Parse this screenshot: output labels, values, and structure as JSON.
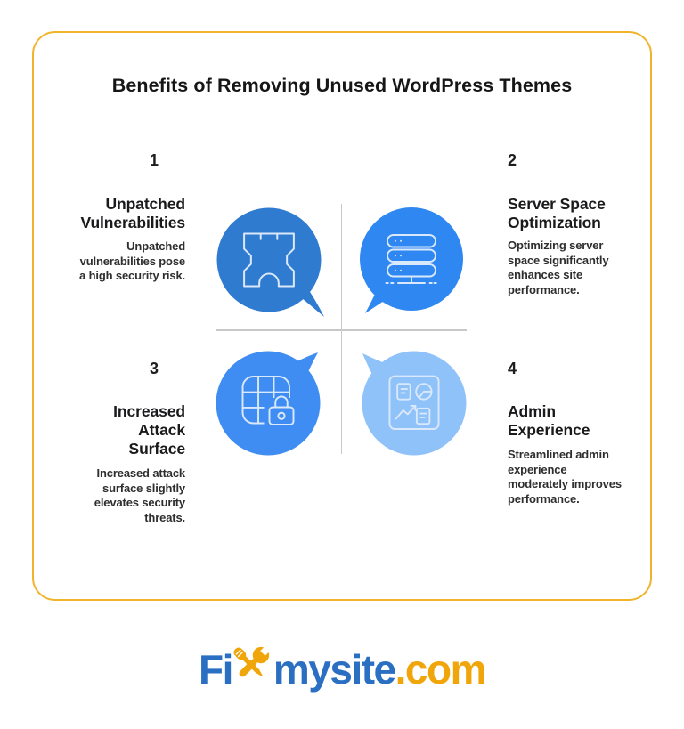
{
  "card": {
    "title": "Benefits of Removing Unused WordPress Themes",
    "border_color": "#F0B32A"
  },
  "quadrants": [
    {
      "number": "1",
      "title": "Unpatched\nVulnerabilities",
      "description": "Unpatched\nvulnerabilities pose\na high security risk."
    },
    {
      "number": "2",
      "title": "Server Space\nOptimization",
      "description": "Optimizing server\nspace significantly\nenhances site\nperformance."
    },
    {
      "number": "3",
      "title": "Increased\nAttack\nSurface",
      "description": "Increased attack\nsurface slightly\nelevates security\nthreats."
    },
    {
      "number": "4",
      "title": "Admin\nExperience",
      "description": "Streamlined admin\nexperience\nmoderately improves\nperformance."
    }
  ],
  "bubbles": [
    {
      "icon": "fortress-icon",
      "color": "#2F7BD0"
    },
    {
      "icon": "server-stack-icon",
      "color": "#2F87F1"
    },
    {
      "icon": "grid-lock-icon",
      "color": "#3F8DF2"
    },
    {
      "icon": "dashboard-icon",
      "color": "#8FC2F9"
    }
  ],
  "style": {
    "icon_stroke": "#D9E8FA",
    "divider": "#C8C8C8"
  },
  "logo": {
    "part1": "Fi",
    "part2": "mysite",
    "part3": ".com",
    "blue": "#2B6FC2",
    "gold": "#F0A60B"
  }
}
